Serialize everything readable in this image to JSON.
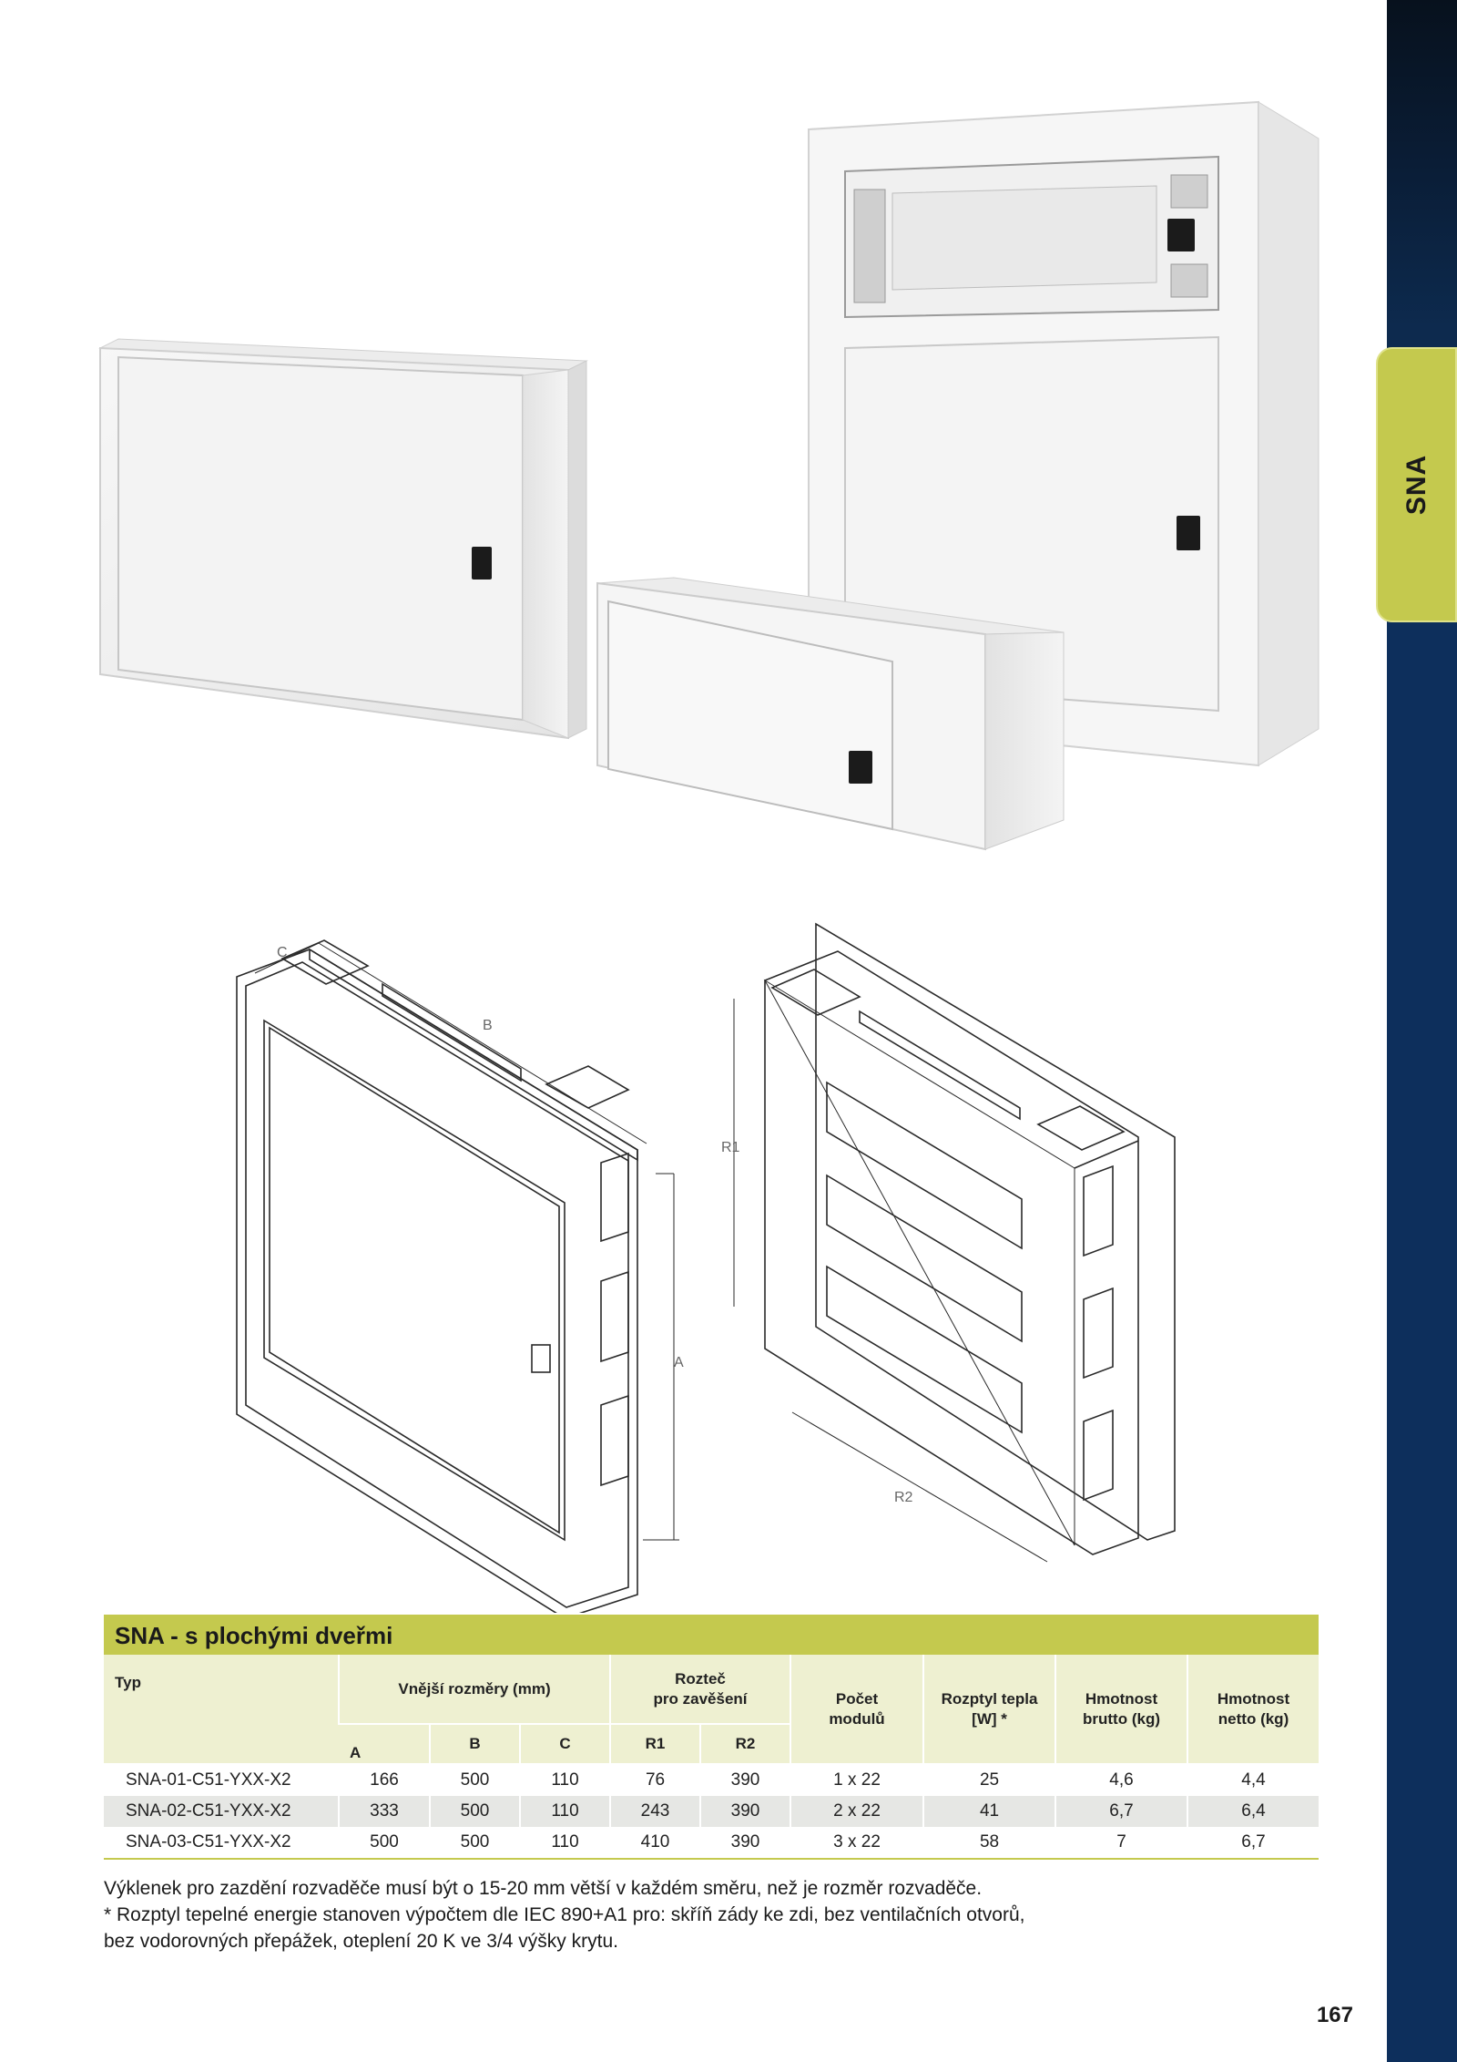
{
  "sidebar": {
    "tab_label": "SNA"
  },
  "table": {
    "title": "SNA - s plochými dveřmi",
    "headers": {
      "typ": "Typ",
      "outer_dims": "Vnější rozměry  (mm)",
      "spacing_line1": "Rozteč",
      "spacing_line2": "pro zavěšení",
      "modules_line1": "Počet",
      "modules_line2": "modulů",
      "heat_line1": "Rozptyl tepla",
      "heat_line2": "[W] *",
      "gross_line1": "Hmotnost",
      "gross_line2": "brutto (kg)",
      "net_line1": "Hmotnost",
      "net_line2": "netto (kg)",
      "a": "A",
      "b": "B",
      "c": "C",
      "r1": "R1",
      "r2": "R2"
    },
    "rows": [
      {
        "typ": "SNA-01-C51-YXX-X2",
        "a": "166",
        "b": "500",
        "c": "110",
        "r1": "76",
        "r2": "390",
        "modules": "1 x 22",
        "heat": "25",
        "gross": "4,6",
        "net": "4,4"
      },
      {
        "typ": "SNA-02-C51-YXX-X2",
        "a": "333",
        "b": "500",
        "c": "110",
        "r1": "243",
        "r2": "390",
        "modules": "2 x 22",
        "heat": "41",
        "gross": "6,7",
        "net": "6,4"
      },
      {
        "typ": "SNA-03-C51-YXX-X2",
        "a": "500",
        "b": "500",
        "c": "110",
        "r1": "410",
        "r2": "390",
        "modules": "3 x 22",
        "heat": "58",
        "gross": "7",
        "net": "6,7"
      }
    ]
  },
  "drawing_labels": {
    "c": "C",
    "b": "B",
    "a": "A",
    "r1": "R1",
    "r2": "R2"
  },
  "notes": {
    "line1": "Výklenek pro zazdění rozvaděče musí být o 15-20 mm větší v každém směru, než je rozměr rozvaděče.",
    "line2": "* Rozptyl tepelné energie stanoven výpočtem dle IEC 890+A1 pro: skříň zády ke zdi, bez ventilačních otvorů,",
    "line3": "bez vodorovných přepážek, oteplení 20 K ve 3/4 výšky krytu."
  },
  "page_number": "167",
  "colors": {
    "accent": "#c4c94e",
    "header_bg": "#eef0d1",
    "sidebar": "#0d2f5c"
  }
}
